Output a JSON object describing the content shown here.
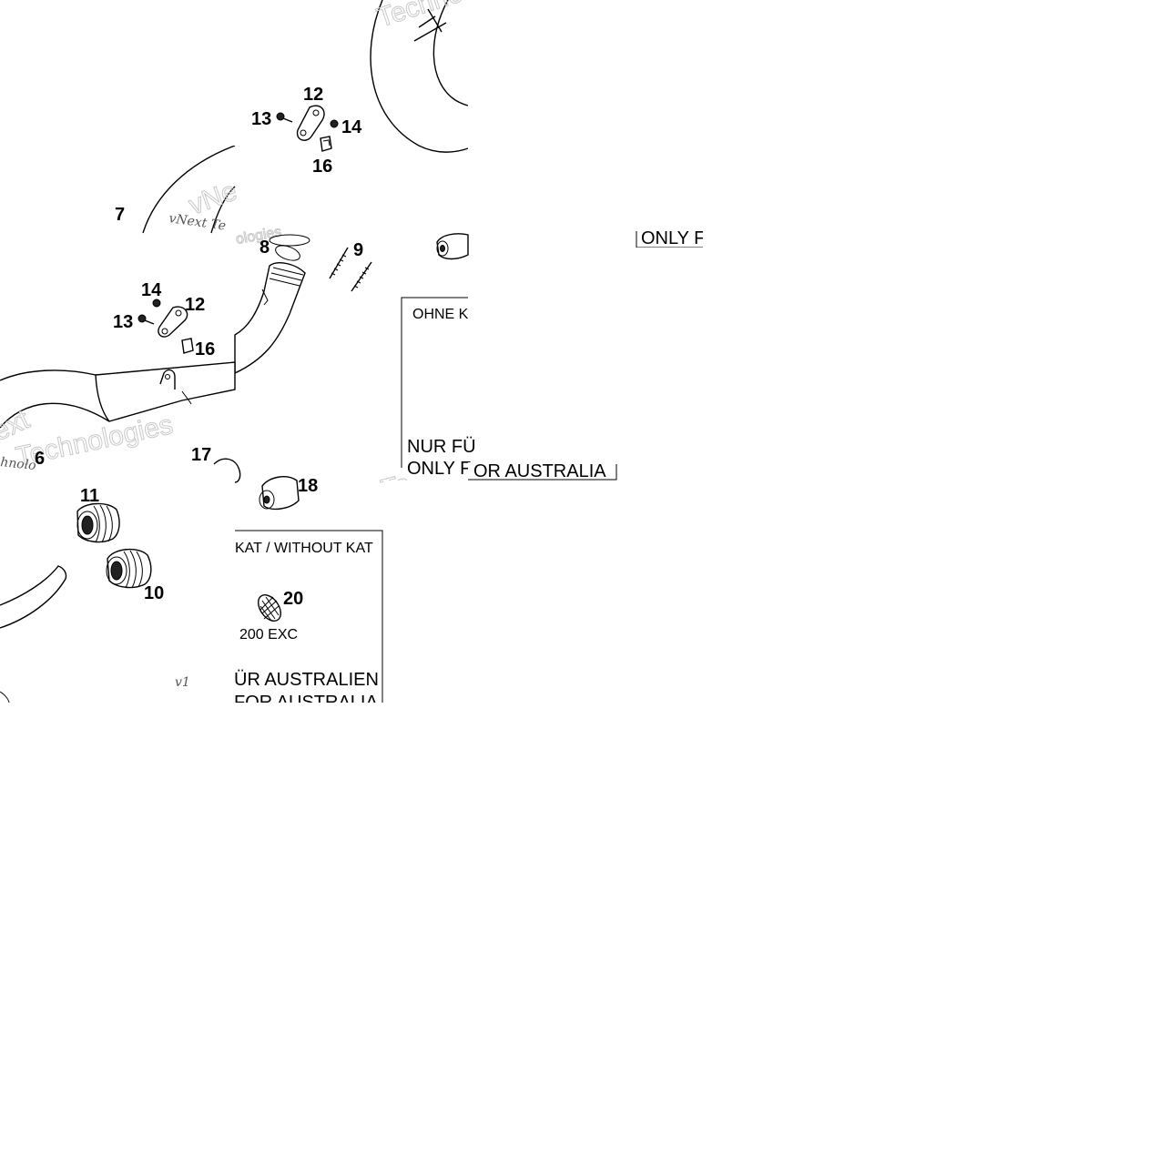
{
  "diagram": {
    "callouts": {
      "c12_top": "12",
      "c13_top": "13",
      "c14_top": "14",
      "c16_top": "16",
      "c7": "7",
      "c8": "8",
      "c9": "9",
      "c14_mid": "14",
      "c12_mid": "12",
      "c13_mid": "13",
      "c16_mid": "16",
      "c6": "6",
      "c17": "17",
      "c18": "18",
      "c11": "11",
      "c10": "10",
      "c20": "20"
    },
    "boxes": {
      "ohne_kat_fragment": "OHNE K",
      "nur_fur_fragment": "NUR FÜ",
      "only_for_fragment": "ONLY F",
      "only_for_australia": "OR AUSTRALIA",
      "only_f_small": "ONLY F",
      "without_kat": "KAT / WITHOUT KAT",
      "model_200exc": "200 EXC",
      "fur_australien": "ÜR AUSTRALIEN",
      "for_australia": "FOR AUSTRALIA"
    },
    "watermarks": {
      "wm_top": "Technol",
      "wm_left_mid": "vNext Te",
      "wm_left_mid2": "vNe",
      "wm_small_ologies": "ologies",
      "wm_left_low": "ext",
      "wm_left_low2": "Technologies",
      "wm_left_low3": "hnolo",
      "wm_center": "Te",
      "wm_v1": "v1"
    }
  }
}
